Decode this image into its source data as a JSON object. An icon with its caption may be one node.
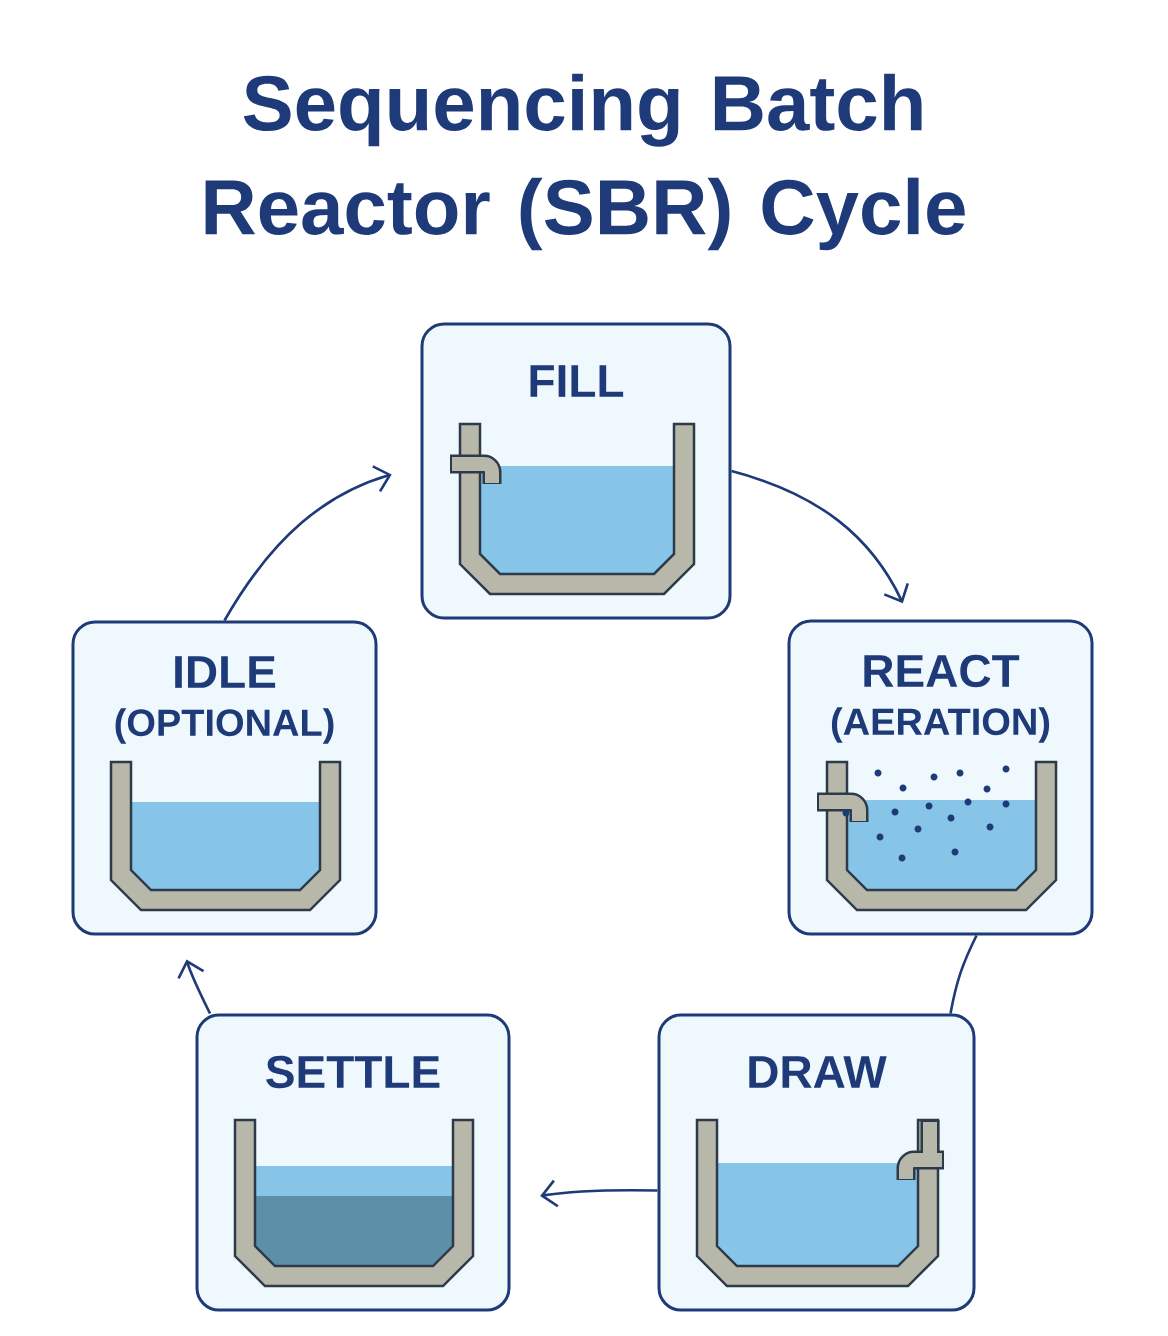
{
  "diagram": {
    "title": "Sequencing Batch Reactor (SBR) Cycle",
    "nodes": [
      {
        "text": [
          "FILL"
        ]
      },
      {
        "text": [
          "REACT",
          "(AERATION)"
        ]
      },
      {
        "text": [
          "DRAW"
        ]
      },
      {
        "text": [
          "SETTLE"
        ]
      },
      {
        "text": [
          "IDLE",
          "(OPTIONAL)"
        ]
      }
    ],
    "edges": [
      {
        "from": 0,
        "to": 1,
        "arrow": "to"
      },
      {
        "from": 1,
        "to": 2,
        "arrow": "none"
      },
      {
        "from": 2,
        "to": 3,
        "arrow": "to"
      },
      {
        "from": 3,
        "to": 4,
        "arrow": "to"
      },
      {
        "from": 4,
        "to": 0,
        "arrow": "to"
      }
    ]
  }
}
